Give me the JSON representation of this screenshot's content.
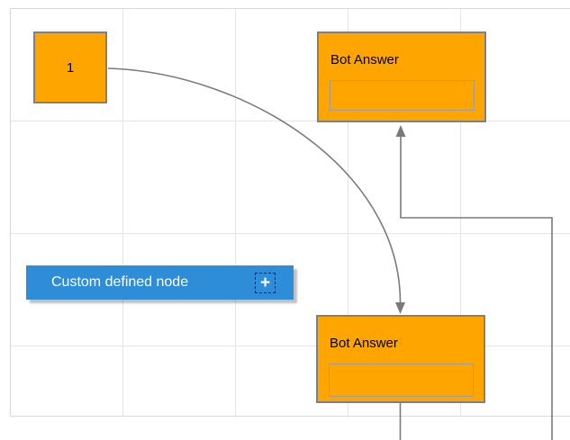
{
  "diagram": {
    "nodes": [
      {
        "id": "node-1",
        "label": "1"
      },
      {
        "id": "bot-answer-top",
        "title": "Bot Answer",
        "input_value": ""
      },
      {
        "id": "bot-answer-bottom",
        "title": "Bot Answer",
        "input_value": ""
      },
      {
        "id": "custom-defined-node",
        "label": "Custom defined node",
        "icon": "plus-icon",
        "icon_glyph": "+"
      }
    ],
    "connectors": [
      {
        "id": "curve-connector",
        "from": "node-1",
        "to": "bot-answer-bottom",
        "style": "bezier",
        "arrow": "target-down"
      },
      {
        "id": "elbow-connector",
        "from": "offscreen-bottom",
        "to": "bot-answer-top",
        "style": "orthogonal",
        "arrow": "target-up"
      },
      {
        "id": "bottom-exit-connector",
        "from": "bot-answer-bottom",
        "to": "offscreen-bottom",
        "style": "straight",
        "arrow": "none"
      }
    ]
  },
  "colors": {
    "node_fill": "#FFA500",
    "node_border": "#808080",
    "accent_blue": "#2E8DD8",
    "connector": "#7A7A7A",
    "grid_line": "#E5E5E5",
    "canvas_border": "#D8D8D8",
    "node_text": "#000000",
    "custom_node_text": "#FFFFFF"
  }
}
